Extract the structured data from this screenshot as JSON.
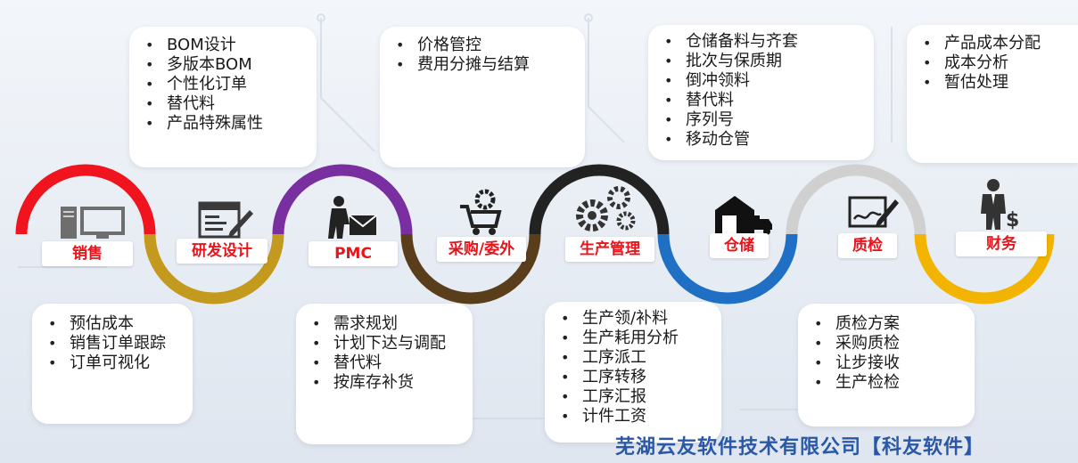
{
  "stages": [
    {
      "label": "销售",
      "color": "#f0141e"
    },
    {
      "label": "研发设计",
      "color": "#c49a1e"
    },
    {
      "label": "PMC",
      "color": "#7a2fa0"
    },
    {
      "label": "采购/委外",
      "color": "#5a3e1b"
    },
    {
      "label": "生产管理",
      "color": "#222222"
    },
    {
      "label": "仓储",
      "color": "#1f6fc5"
    },
    {
      "label": "质检",
      "color": "#d0d0d0"
    },
    {
      "label": "财务",
      "color": "#f2b400"
    }
  ],
  "top_cards": {
    "rd": [
      "BOM设计",
      "多版本BOM",
      "个性化订单",
      "替代料",
      "产品特殊属性"
    ],
    "purchase": [
      "价格管控",
      "费用分摊与结算"
    ],
    "warehouse": [
      "仓储备料与齐套",
      "批次与保质期",
      "倒冲领料",
      "替代料",
      "序列号",
      "移动仓管"
    ],
    "finance": [
      "产品成本分配",
      "成本分析",
      "暂估处理"
    ]
  },
  "bottom_cards": {
    "sales": [
      "预估成本",
      "销售订单跟踪",
      "订单可视化"
    ],
    "pmc": [
      "需求规划",
      "计划下达与调配",
      "替代料",
      "按库存补货"
    ],
    "production": [
      "生产领/补料",
      "生产耗用分析",
      "工序派工",
      "工序转移",
      "工序汇报",
      "计件工资"
    ],
    "quality": [
      "质检方案",
      "采购质检",
      "让步接收",
      "生产检检"
    ]
  },
  "footer": "芜湖云友软件技术有限公司【科友软件】",
  "icons": [
    "computer-icon",
    "design-form-icon",
    "worker-mail-icon",
    "cart-gear-icon",
    "gears-icon",
    "warehouse-truck-icon",
    "signature-icon",
    "businessman-money-icon"
  ]
}
